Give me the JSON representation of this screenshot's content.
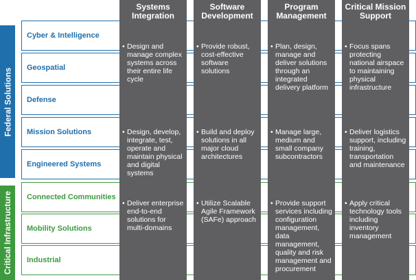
{
  "groups": {
    "federal": "Federal Solutions",
    "critical": "Critical Infrastructure"
  },
  "rows": [
    "Cyber & Intelligence",
    "Geospatial",
    "Defense",
    "Mission Solutions",
    "Engineered Systems",
    "Connected Communities",
    "Mobility Solutions",
    "Industrial"
  ],
  "columns": [
    {
      "title": "Systems Integration",
      "cells": [
        "Design and manage complex systems across their entire life cycle",
        "Design, develop, integrate, test, operate and maintain physical and digital systems",
        "Deliver enterprise end-to-end solutions for multi-domains"
      ]
    },
    {
      "title": "Software Development",
      "cells": [
        "Provide robust, cost-effective software solutions",
        "Build and deploy solutions in all major cloud architectures",
        "Utilize Scalable Agile Framework (SAFe) approach"
      ]
    },
    {
      "title": "Program Management",
      "cells": [
        "Plan, design, manage and deliver solutions through an integrated delivery platform",
        "Manage large, medium and small company subcontractors",
        "Provide support services including configuration management, data management, quality and risk management and procurement"
      ]
    },
    {
      "title": "Critical Mission Support",
      "cells": [
        "Focus spans protecting national airspace to maintaining physical infrastructure",
        "Deliver logistics support, including training, transportation and maintenance",
        "Apply critical technology tools including inventory management"
      ]
    }
  ],
  "bullet": "•",
  "colors": {
    "federal": "#1f6fad",
    "critical": "#3e9a3f",
    "column": "#5f5f61"
  }
}
